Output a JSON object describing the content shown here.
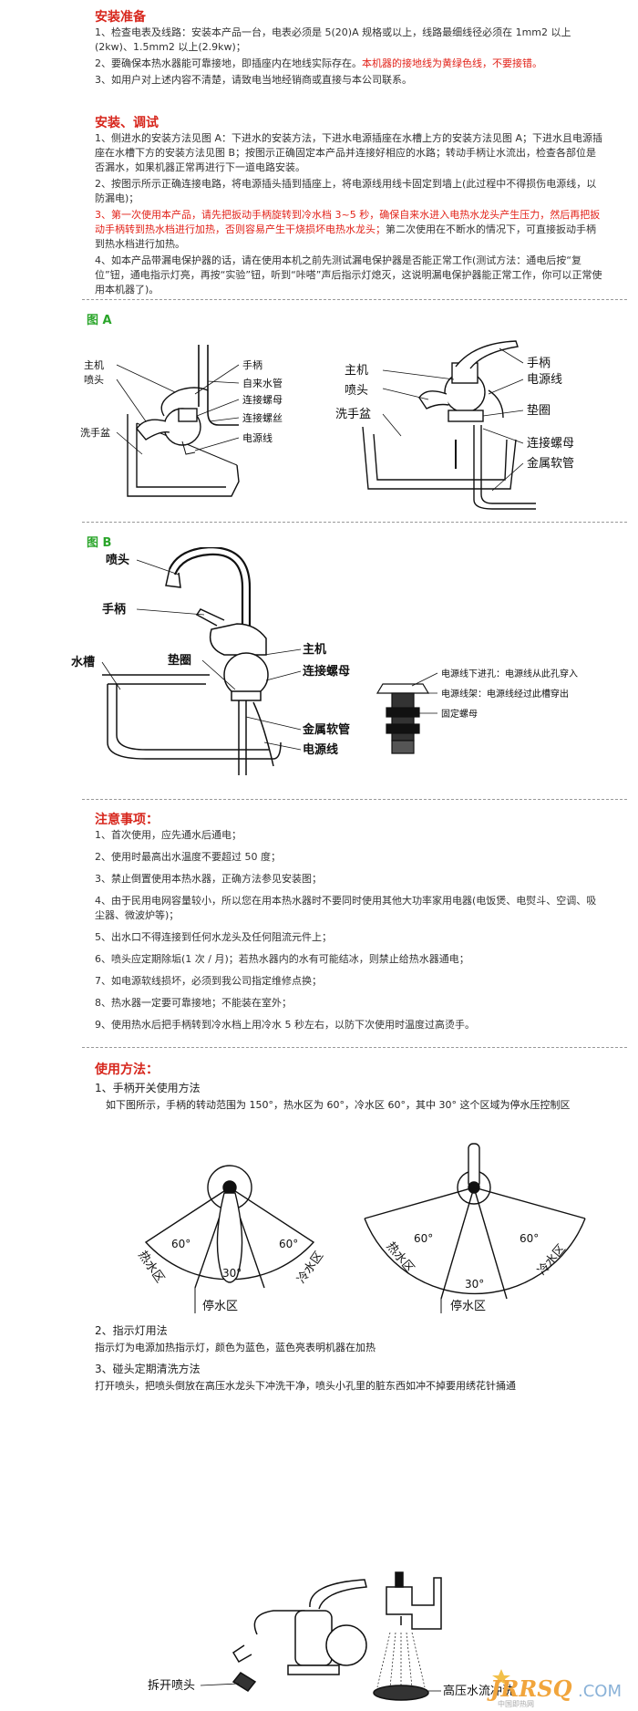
{
  "install_prep": {
    "title": "安装准备",
    "items": [
      "1、检查电表及线路：安装本产品一台，电表必须是 5(20)A 规格或以上，线路最细线径必须在 1mm2 以上(2kw)、1.5mm2 以上(2.9kw)；",
      "3、如用户对上述内容不清楚，请致电当地经销商或直接与本公司联系。"
    ],
    "item2_normal": "2、要确保本热水器能可靠接地，即插座内在地线实际存在。",
    "item2_red": "本机器的接地线为黄绿色线，不要接错。"
  },
  "install_debug": {
    "title": "安装、调试",
    "item1": "1、侧进水的安装方法见图 A：下进水的安装方法，下进水电源插座在水槽上方的安装方法见图 A；下进水且电源插座在水槽下方的安装方法见图 B；按图示正确固定本产品并连接好相应的水路；转动手柄让水流出，检查各部位是否漏水，如果机器正常再进行下一道电路安装。",
    "item2": "2、按图示所示正确连接电路，将电源插头插到插座上，将电源线用线卡固定到墙上(此过程中不得损伤电源线，以防漏电)；",
    "item3_red": "3、第一次使用本产品，请先把扳动手柄旋转到冷水档 3~5 秒，确保自来水进入电热水龙头产生压力，然后再把扳动手柄转到热水档进行加热，否则容易产生干烧损坏电热水龙头；",
    "item3_normal": "第二次使用在不断水的情况下，可直接扳动手柄到热水档进行加热。",
    "item4": "4、如本产品带漏电保护器的话，请在使用本机之前先测试漏电保护器是否能正常工作(测试方法：通电后按“复位”钮，通电指示灯亮，再按“实验”钮，听到“咔嗒”声后指示灯熄灭，这说明漏电保护器能正常工作，你可以正常使用本机器了)。"
  },
  "figure_a": {
    "label": "图 A",
    "left": {
      "main_unit": "主机",
      "nozzle": "喷头",
      "basin": "洗手盆",
      "handle": "手柄",
      "water_pipe": "自来水管",
      "nut": "连接螺母",
      "screw": "连接螺丝",
      "power_cord": "电源线"
    },
    "right": {
      "main_unit": "主机",
      "nozzle": "喷头",
      "basin": "洗手盆",
      "handle": "手柄",
      "power_cord": "电源线",
      "gasket": "垫圈",
      "nut": "连接螺母",
      "hose": "金属软管"
    }
  },
  "figure_b": {
    "label": "图 B",
    "nozzle": "喷头",
    "handle": "手柄",
    "sink": "水槽",
    "gasket": "垫圈",
    "main_unit": "主机",
    "nut": "连接螺母",
    "hose": "金属软管",
    "power_cord": "电源线",
    "detail_line1": "电源线下进孔：电源线从此孔穿入",
    "detail_line2": "电源线架：电源线经过此槽穿出",
    "detail_line3": "固定螺母"
  },
  "notes": {
    "title": "注意事项：",
    "items": [
      "1、首次使用，应先通水后通电；",
      "2、使用时最高出水温度不要超过 50 度；",
      "3、禁止倒置使用本热水器，正确方法参见安装图；",
      "4、由于民用电网容量较小，所以您在用本热水器时不要同时使用其他大功率家用电器(电饭煲、电熨斗、空调、吸尘器、微波炉等)；",
      "5、出水口不得连接到任何水龙头及任何阻流元件上；",
      "6、喷头应定期除垢(1 次 / 月)；若热水器内的水有可能结冰，则禁止给热水器通电；",
      "7、如电源软线损坏，必须到我公司指定维修点换；",
      "8、热水器一定要可靠接地；不能装在室外；",
      "9、使用热水后把手柄转到冷水档上用冷水 5 秒左右，以防下次使用时温度过高烫手。"
    ]
  },
  "usage": {
    "title": "使用方法：",
    "sub1": "1、手柄开关使用方法",
    "sub1_text": "如下图所示，手柄的转动范围为 150°，热水区为 60°，冷水区 60°，其中 30° 这个区域为停水压控制区",
    "dial": {
      "hot": "热水区",
      "cold": "冷水区",
      "stop": "停水区",
      "deg60a": "60°",
      "deg60b": "60°",
      "deg30": "30°"
    },
    "sub2": "2、指示灯用法",
    "sub2_text": "指示灯为电源加热指示灯，颜色为蓝色，蓝色亮表明机器在加热",
    "sub3": "3、碰头定期清洗方法",
    "sub3_text": "打开喷头，把喷头倒放在高压水龙头下冲洗干净，喷头小孔里的脏东西如冲不掉要用绣花针捅通",
    "remove_nozzle": "拆开喷头",
    "high_pressure": "高压水流冲洗"
  },
  "watermark": {
    "logo": "JRRSQ",
    "dotcom": ".COM",
    "cn": "中国即热网"
  }
}
